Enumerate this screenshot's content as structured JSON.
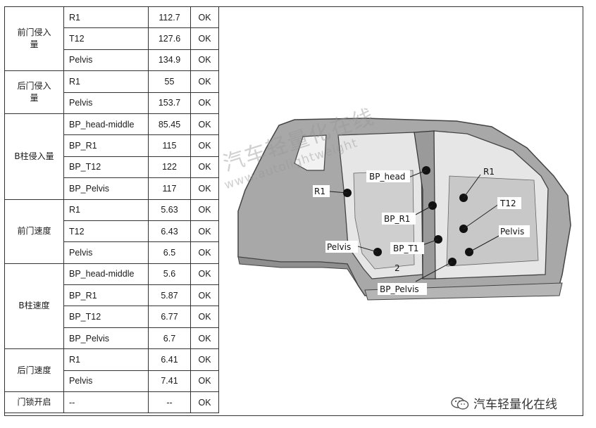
{
  "rows": [
    {
      "group": "前门侵入量",
      "point": "R1",
      "value": "112.7",
      "status": "OK"
    },
    {
      "group": "",
      "point": "T12",
      "value": "127.6",
      "status": "OK"
    },
    {
      "group": "",
      "point": "Pelvis",
      "value": "134.9",
      "status": "OK"
    },
    {
      "group": "后门侵入量",
      "point": "R1",
      "value": "55",
      "status": "OK"
    },
    {
      "group": "",
      "point": "Pelvis",
      "value": "153.7",
      "status": "OK"
    },
    {
      "group": "B柱侵入量",
      "point": "BP_head-middle",
      "value": "85.45",
      "status": "OK"
    },
    {
      "group": "",
      "point": "BP_R1",
      "value": "115",
      "status": "OK"
    },
    {
      "group": "",
      "point": "BP_T12",
      "value": "122",
      "status": "OK"
    },
    {
      "group": "",
      "point": "BP_Pelvis",
      "value": "117",
      "status": "OK"
    },
    {
      "group": "前门速度",
      "point": "R1",
      "value": "5.63",
      "status": "OK"
    },
    {
      "group": "",
      "point": "T12",
      "value": "6.43",
      "status": "OK"
    },
    {
      "group": "",
      "point": "Pelvis",
      "value": "6.5",
      "status": "OK"
    },
    {
      "group": "B柱速度",
      "point": "BP_head-middle",
      "value": "5.6",
      "status": "OK"
    },
    {
      "group": "",
      "point": "BP_R1",
      "value": "5.87",
      "status": "OK"
    },
    {
      "group": "",
      "point": "BP_T12",
      "value": "6.77",
      "status": "OK"
    },
    {
      "group": "",
      "point": "BP_Pelvis",
      "value": "6.7",
      "status": "OK"
    },
    {
      "group": "后门速度",
      "point": "R1",
      "value": "6.41",
      "status": "OK"
    },
    {
      "group": "",
      "point": "Pelvis",
      "value": "7.41",
      "status": "OK"
    },
    {
      "group": "门锁开启",
      "point": "--",
      "value": "--",
      "status": "OK"
    }
  ],
  "groups": [
    {
      "label_line1": "前门侵入",
      "label_line2": "量"
    },
    {
      "label_line1": "后门侵入",
      "label_line2": "量"
    },
    {
      "label_line1": "B柱侵入量",
      "label_line2": ""
    },
    {
      "label_line1": "前门速度",
      "label_line2": ""
    },
    {
      "label_line1": "B柱速度",
      "label_line2": ""
    },
    {
      "label_line1": "后门速度",
      "label_line2": ""
    },
    {
      "label_line1": "门锁开启",
      "label_line2": ""
    }
  ],
  "diagram_labels": {
    "bp_head": "BP_head",
    "r1_left": "R1",
    "r1_right": "R1",
    "bp_r1": "BP_R1",
    "t12": "T12",
    "pelvis_right": "Pelvis",
    "pelvis_left": "Pelvis",
    "bp_t1": "BP_T1",
    "num_2": "2",
    "bp_pelvis": "BP_Pelvis"
  },
  "watermark": {
    "main": "汽车轻量化在线",
    "url": "www.autolightweight"
  },
  "brand": {
    "name": "汽车轻量化在线",
    "icon": "wechat-icon"
  }
}
